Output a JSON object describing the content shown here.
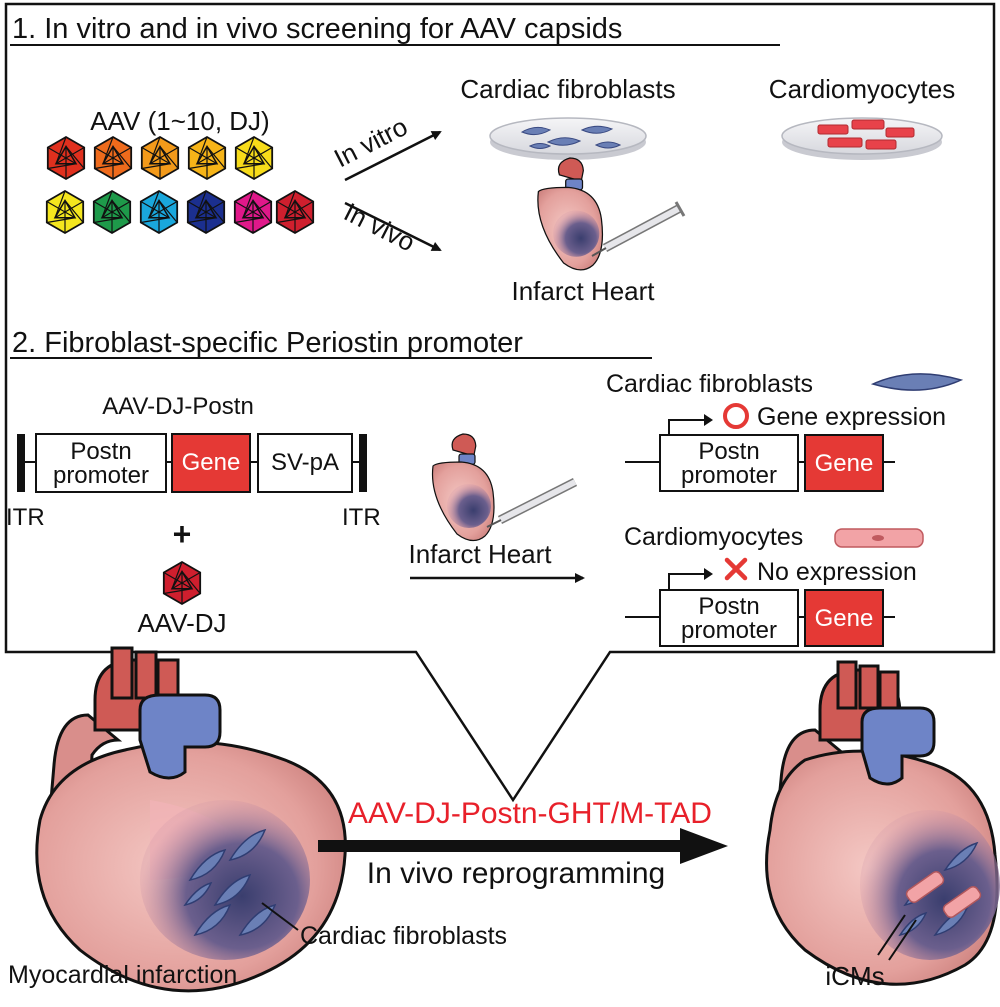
{
  "section1": {
    "title": "1. In vitro and in vivo screening for AAV capsids",
    "aav_label": "AAV (1~10, DJ)",
    "in_vitro_label": "In vitro",
    "in_vivo_label": "In vivo",
    "cardiac_fibroblasts_label": "Cardiac fibroblasts",
    "cardiomyocytes_label": "Cardiomyocytes",
    "infarct_heart_label": "Infarct Heart"
  },
  "section2": {
    "title": "2. Fibroblast-specific Periostin promoter",
    "construct_label": "AAV-DJ-Postn",
    "promoter_line1": "Postn",
    "promoter_line2": "promoter",
    "gene_label": "Gene",
    "polya_label": "SV-pA",
    "itr_left": "ITR",
    "itr_right": "ITR",
    "plus": "+",
    "aavdj_label": "AAV-DJ",
    "infarct_heart_label": "Infarct Heart",
    "fibro_label": "Cardiac fibroblasts",
    "fibro_result": "Gene expression",
    "cm_label": "Cardiomyocytes",
    "cm_result": "No expression"
  },
  "bottom": {
    "vector_label": "AAV-DJ-Postn-GHT/M-TAD",
    "process_label": "In vivo reprogramming",
    "left_heart_label": "Myocardial infarction",
    "fibroblast_callout": "Cardiac fibroblasts",
    "icm_label": "iCMs"
  },
  "colors": {
    "gene_red": "#e53935",
    "vector_red": "#e8202a",
    "fibroblast_blue": "#6a7fb5",
    "cardiomyocyte_red": "#e8424a",
    "aorta_red": "#cf5a55",
    "vein_blue": "#6e84c7",
    "capsids": [
      "#e0301e",
      "#ef6b1c",
      "#f39a1a",
      "#f6b418",
      "#f7dc1a",
      "#f4e61e",
      "#1e9a4a",
      "#1aa7dc",
      "#1b2f8f",
      "#e0188a",
      "#cf1f2e"
    ]
  }
}
